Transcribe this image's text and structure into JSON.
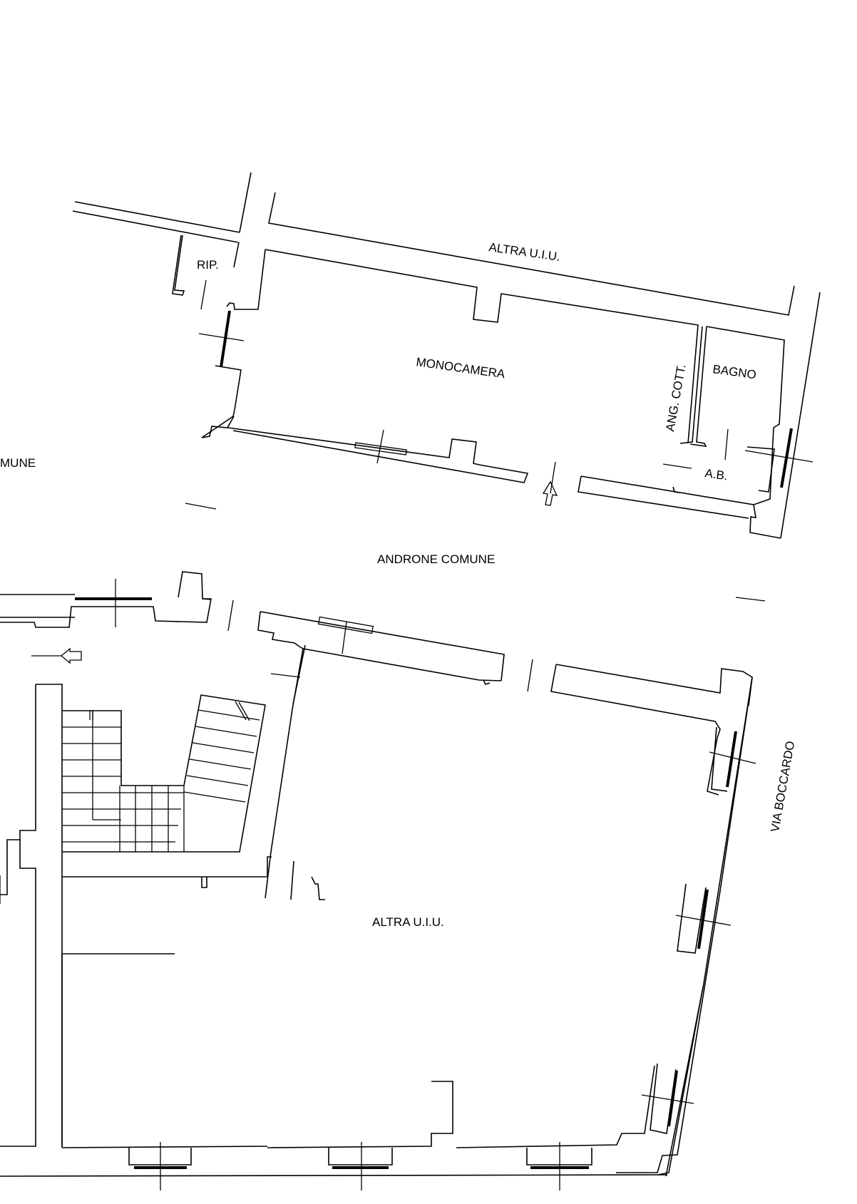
{
  "rooms": {
    "altra_uiu_top": "ALTRA U.I.U.",
    "ripostiglio": "RIP.",
    "monocamera": "MONOCAMERA",
    "angolo_cottura": "ANG. COTT.",
    "bagno": "BAGNO",
    "antibagno": "A.B.",
    "androne_left_partial": "MUNE",
    "androne_comune": "ANDRONE COMUNE",
    "altra_uiu_bottom": "ALTRA U.I.U.",
    "street": "VIA BOCCARDO"
  },
  "colors": {
    "line": "#000000",
    "background": "#ffffff"
  }
}
